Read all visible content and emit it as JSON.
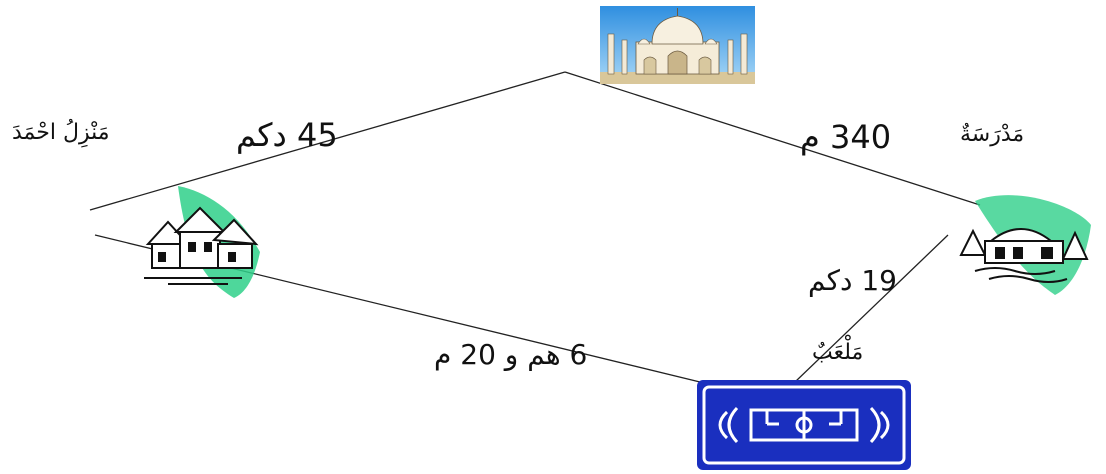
{
  "places": {
    "home": "مَنْزِلُ احْمَدَ",
    "school": "مَدْرَسَةٌ",
    "playground": "مَلْعَبٌ"
  },
  "distances": {
    "home_mosque": "45 دكم",
    "mosque_school": "340 م",
    "school_playground": "19 دكم",
    "home_playground": "6 هم و 20 م"
  },
  "icons": {
    "mosque": "mosque-icon",
    "house": "house-icon",
    "school": "school-icon",
    "playground": "playground-sign-icon"
  },
  "colors": {
    "sign_blue": "#1a2fbf",
    "sky_blue": "#3aa0e8",
    "green_swash": "#2fd08a"
  }
}
